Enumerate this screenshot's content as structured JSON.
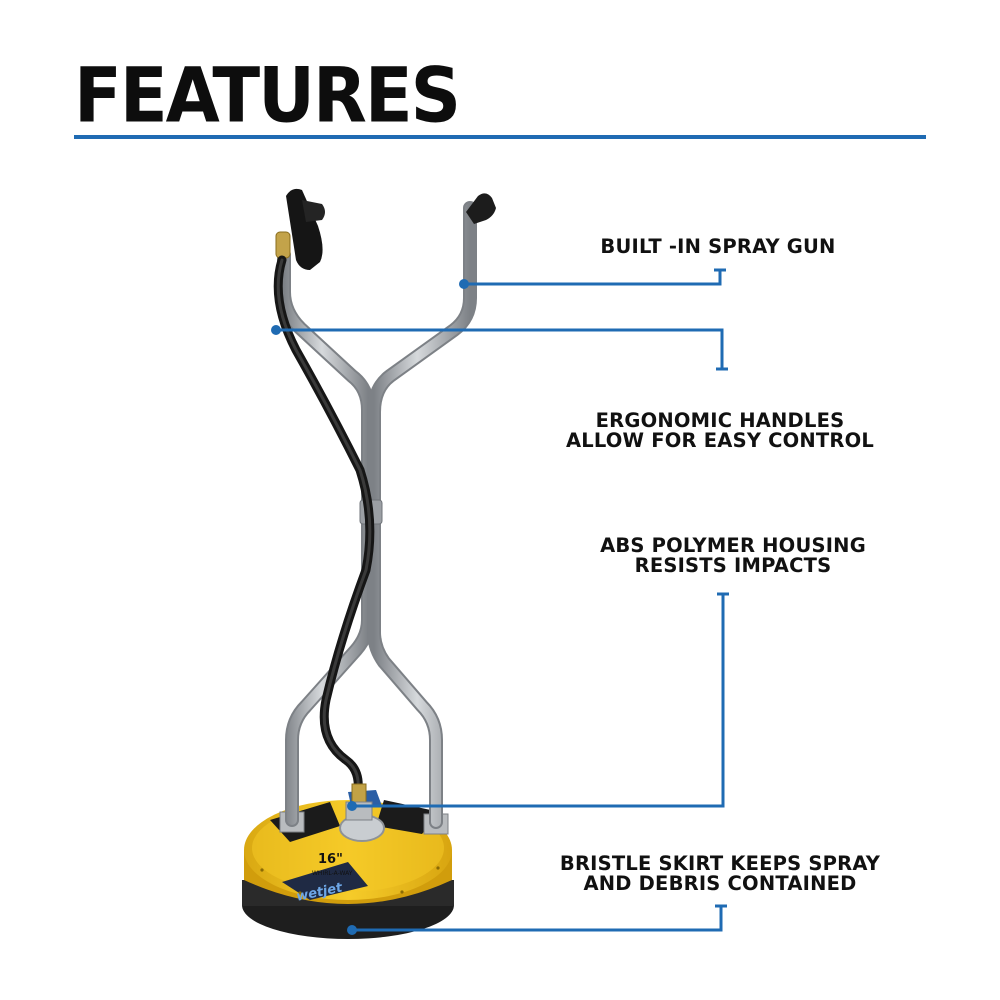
{
  "heading": "FEATURES",
  "colors": {
    "accent": "#1f6bb3",
    "housing": "#f2c21c",
    "frame": "#a8acb1",
    "text": "#111111"
  },
  "product": {
    "size_badge": "16\"",
    "model": "WHIRL-A-WAY",
    "brand": "wetjet"
  },
  "features": [
    {
      "lines": [
        "BUILT -IN SPRAY GUN"
      ]
    },
    {
      "lines": [
        "ERGONOMIC HANDLES",
        "ALLOW FOR EASY CONTROL"
      ]
    },
    {
      "lines": [
        "ABS POLYMER HOUSING",
        "RESISTS IMPACTS"
      ]
    },
    {
      "lines": [
        "BRISTLE SKIRT KEEPS SPRAY",
        "AND DEBRIS CONTAINED"
      ]
    }
  ]
}
